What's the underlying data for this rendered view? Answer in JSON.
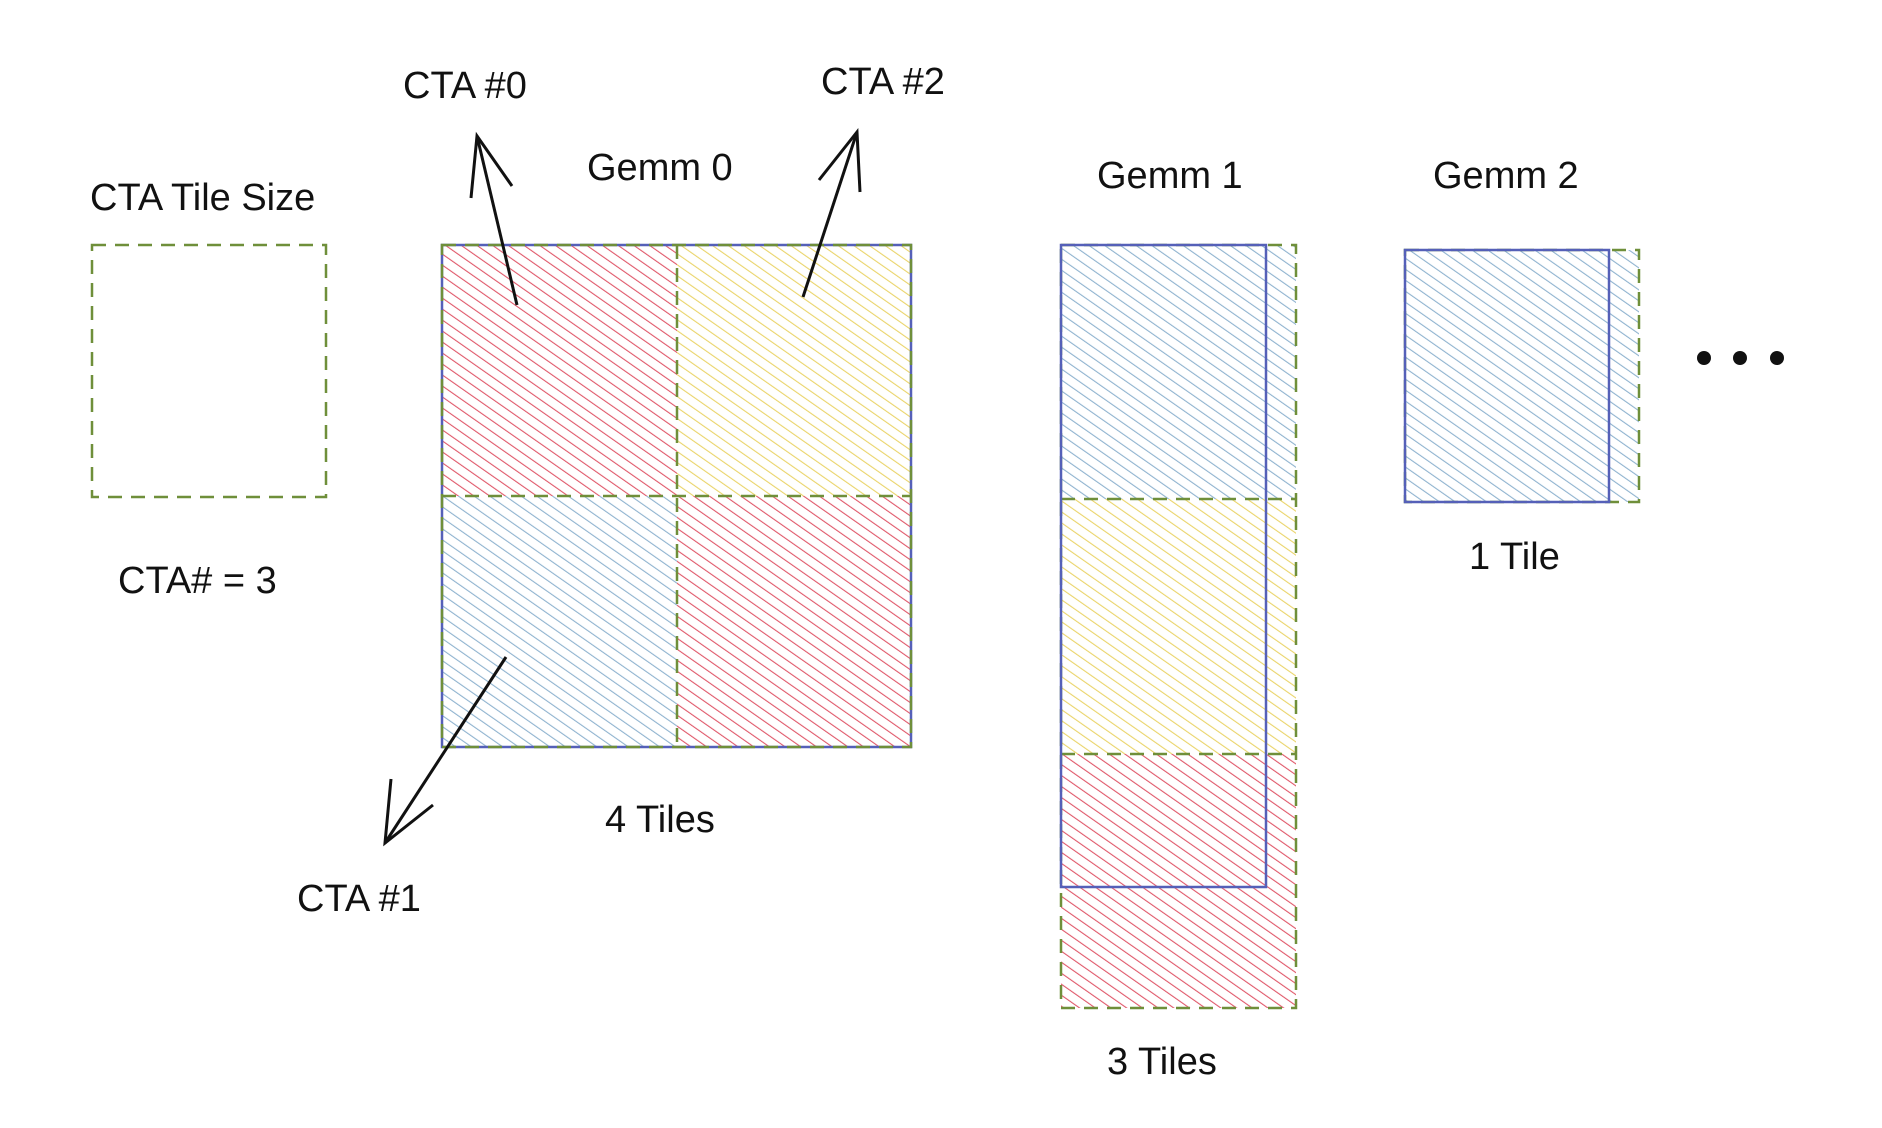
{
  "labels": {
    "cta_tile_size": "CTA Tile Size",
    "cta_count": "CTA# = 3",
    "cta_0": "CTA #0",
    "cta_1": "CTA #1",
    "cta_2": "CTA #2",
    "gemm_0": "Gemm 0",
    "gemm_1": "Gemm 1",
    "gemm_2": "Gemm 2",
    "gemm_0_tiles": "4 Tiles",
    "gemm_1_tiles": "3 Tiles",
    "gemm_2_tiles": "1 Tile"
  },
  "colors": {
    "cta_0": "#e0586a",
    "cta_1": "#8fb3cf",
    "cta_2": "#ead46a",
    "tile_border": "#6f8f3a",
    "matrix_border": "#5560b8",
    "arrow": "#111111"
  },
  "gemms": [
    {
      "name": "Gemm 0",
      "tile_count": 4,
      "tiles": [
        "cta_0",
        "cta_2",
        "cta_1",
        "cta_0"
      ]
    },
    {
      "name": "Gemm 1",
      "tile_count": 3,
      "tiles": [
        "cta_1",
        "cta_2",
        "cta_0"
      ]
    },
    {
      "name": "Gemm 2",
      "tile_count": 1,
      "tiles": [
        "cta_1"
      ]
    }
  ],
  "cta_total": 3
}
